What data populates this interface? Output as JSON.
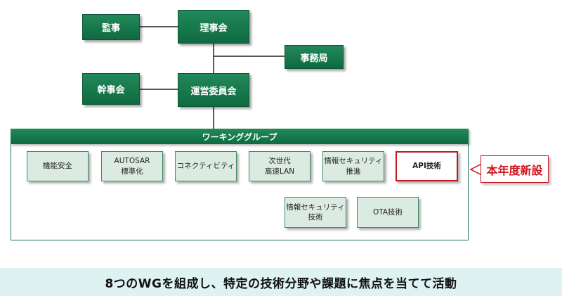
{
  "governance": {
    "auditor": "監事",
    "board": "理事会",
    "secretariat": "事務局",
    "executive": "幹事会",
    "steering": "運営委員会"
  },
  "working_groups": {
    "header": "ワーキンググループ",
    "functional_safety": "機能安全",
    "autosar_line1": "AUTOSAR",
    "autosar_line2": "標準化",
    "connectivity": "コネクティビティ",
    "next_lan_line1": "次世代",
    "next_lan_line2": "高速LAN",
    "infosec_promo_line1": "情報セキュリティ",
    "infosec_promo_line2": "推進",
    "api": "API技術",
    "infosec_tech_line1": "情報セキュリティ",
    "infosec_tech_line2": "技術",
    "ota": "OTA技術"
  },
  "callout": "本年度新設",
  "caption": "8つのWGを組成し、特定の技術分野や課題に焦点を当てて活動",
  "colors": {
    "dark_green": "#167a4c",
    "light_green_box": "#dcebe2",
    "accent_red": "#c8161d",
    "caption_background": "#dff2f2"
  }
}
